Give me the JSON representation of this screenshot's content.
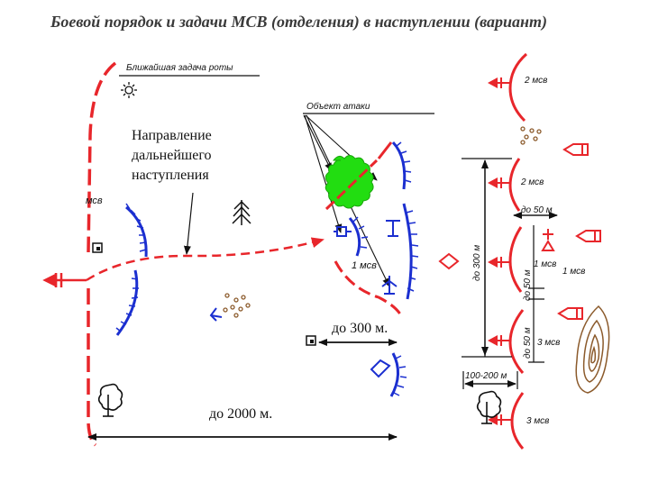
{
  "title": "Боевой порядок и задачи МСВ (отделения) в наступлении (вариант)",
  "labels": {
    "nearest_task": "Ближайшая задача роты",
    "attack_object": "Объект атаки",
    "msv_left": "мсв",
    "msv1_center": "1 мсв",
    "dist_300": "до 300 м.",
    "dist_2000": "до 2000 м."
  },
  "callout": {
    "line1": "Направление",
    "line2": "дальнейшего",
    "line3": "наступления"
  },
  "right_panel": {
    "msv2_top": "2 мсв",
    "msv2": "2 мсв",
    "msv1_a": "1 мсв",
    "msv1_b": "1 мсв",
    "msv3_a": "3 мсв",
    "msv3_b": "3 мсв",
    "do_50_top": "до 50 м",
    "do_50_v1": "до 50 м",
    "do_50_v2": "до 50 м",
    "do_300": "до 300 м",
    "width_100_200": "100-200 м"
  },
  "colors": {
    "friendly": "#e8262b",
    "enemy": "#1b2fd0",
    "terrain": "#8b5a2b",
    "woods": "#22dd11",
    "ink": "#111111"
  }
}
